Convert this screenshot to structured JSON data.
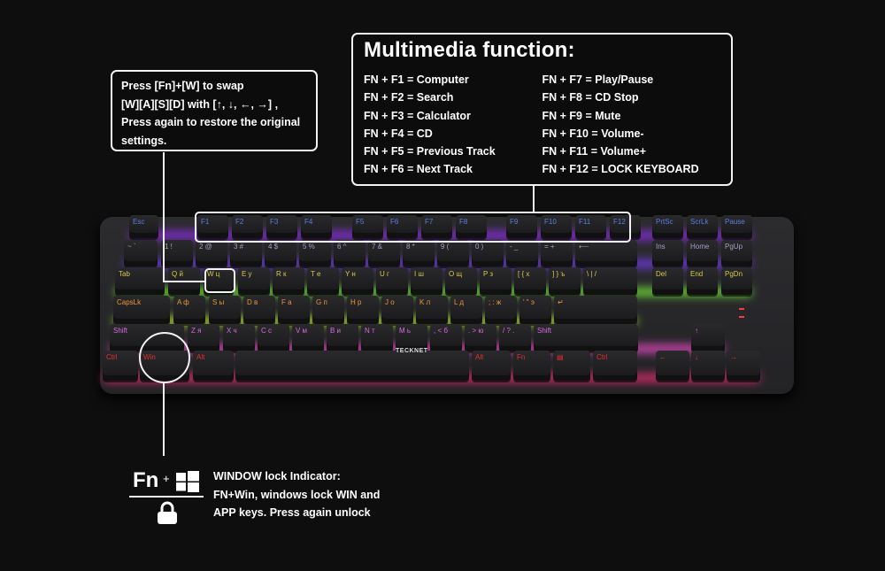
{
  "wasd_callout": {
    "lines": [
      "Press [Fn]+[W] to swap",
      "[W][A][S][D] with [↑, ↓, ←, →] ,",
      "Press again to restore the original",
      "settings."
    ]
  },
  "multimedia": {
    "title": "Multimedia function:",
    "left": [
      "FN + F1 = Computer",
      "FN + F2 = Search",
      "FN + F3 = Calculator",
      "FN + F4 = CD",
      "FN + F5 = Previous Track",
      "FN + F6 = Next Track"
    ],
    "right": [
      "FN + F7 = Play/Pause",
      "FN + F8 = CD Stop",
      "FN + F9 = Mute",
      "FN + F10 = Volume-",
      "FN + F11 = Volume+",
      "FN + F12 = LOCK KEYBOARD"
    ]
  },
  "win_lock": {
    "fn_label": "Fn",
    "plus": "+",
    "icons": [
      "windows-logo-icon",
      "lock-icon"
    ],
    "lines": [
      "WINDOW lock Indicator:",
      "FN+Win, windows lock WIN and",
      "APP keys. Press again unlock"
    ]
  },
  "keyboard": {
    "brand": "TECKNET",
    "colors": {
      "f_row": "#5b7de0",
      "num_row": "#9a8fb8",
      "letters": "#e8a23a",
      "bottom": "#e03030",
      "glow_purple": "#9b2cff",
      "glow_green": "#7dff3a",
      "glow_pink": "#ff2d9a"
    },
    "rows": [
      {
        "color": "#5b7de0",
        "keys": [
          "Esc",
          "F1",
          "F2",
          "F3",
          "F4",
          "F5",
          "F6",
          "F7",
          "F8",
          "F9",
          "F10",
          "F11",
          "F12",
          "PrtSc",
          "ScrLk",
          "Pause"
        ]
      },
      {
        "color": "#a89cc8",
        "keys": [
          "~ `",
          "1 !",
          "2 @",
          "3 #",
          "4 $",
          "5 %",
          "6 ^",
          "7 &",
          "8 *",
          "9 (",
          "0 )",
          "- _",
          "= +",
          "⟵",
          "Ins",
          "Home",
          "PgUp"
        ]
      },
      {
        "color": "#d7c84a",
        "keys": [
          "Tab",
          "Q й",
          "W ц",
          "E у",
          "R к",
          "T е",
          "Y н",
          "U г",
          "I ш",
          "O щ",
          "P з",
          "[ { х",
          "] } ъ",
          "\\ | /",
          "Del",
          "End",
          "PgDn"
        ]
      },
      {
        "color": "#e8963a",
        "keys": [
          "CapsLk",
          "A ф",
          "S ы",
          "D в",
          "F а",
          "G п",
          "H р",
          "J о",
          "K л",
          "L д",
          "; : ж",
          "' \" э",
          "↵"
        ]
      },
      {
        "color": "#d56adf",
        "keys": [
          "Shift",
          "Z я",
          "X ч",
          "C с",
          "V м",
          "B и",
          "N т",
          "M ь",
          ", < б",
          ". > ю",
          "/ ? .",
          "Shift",
          "↑"
        ]
      },
      {
        "color": "#e03030",
        "keys": [
          "Ctrl",
          "Win",
          "Alt",
          "",
          "Alt",
          "Fn",
          "▤",
          "Ctrl",
          "←",
          "↓",
          "→"
        ]
      }
    ]
  }
}
